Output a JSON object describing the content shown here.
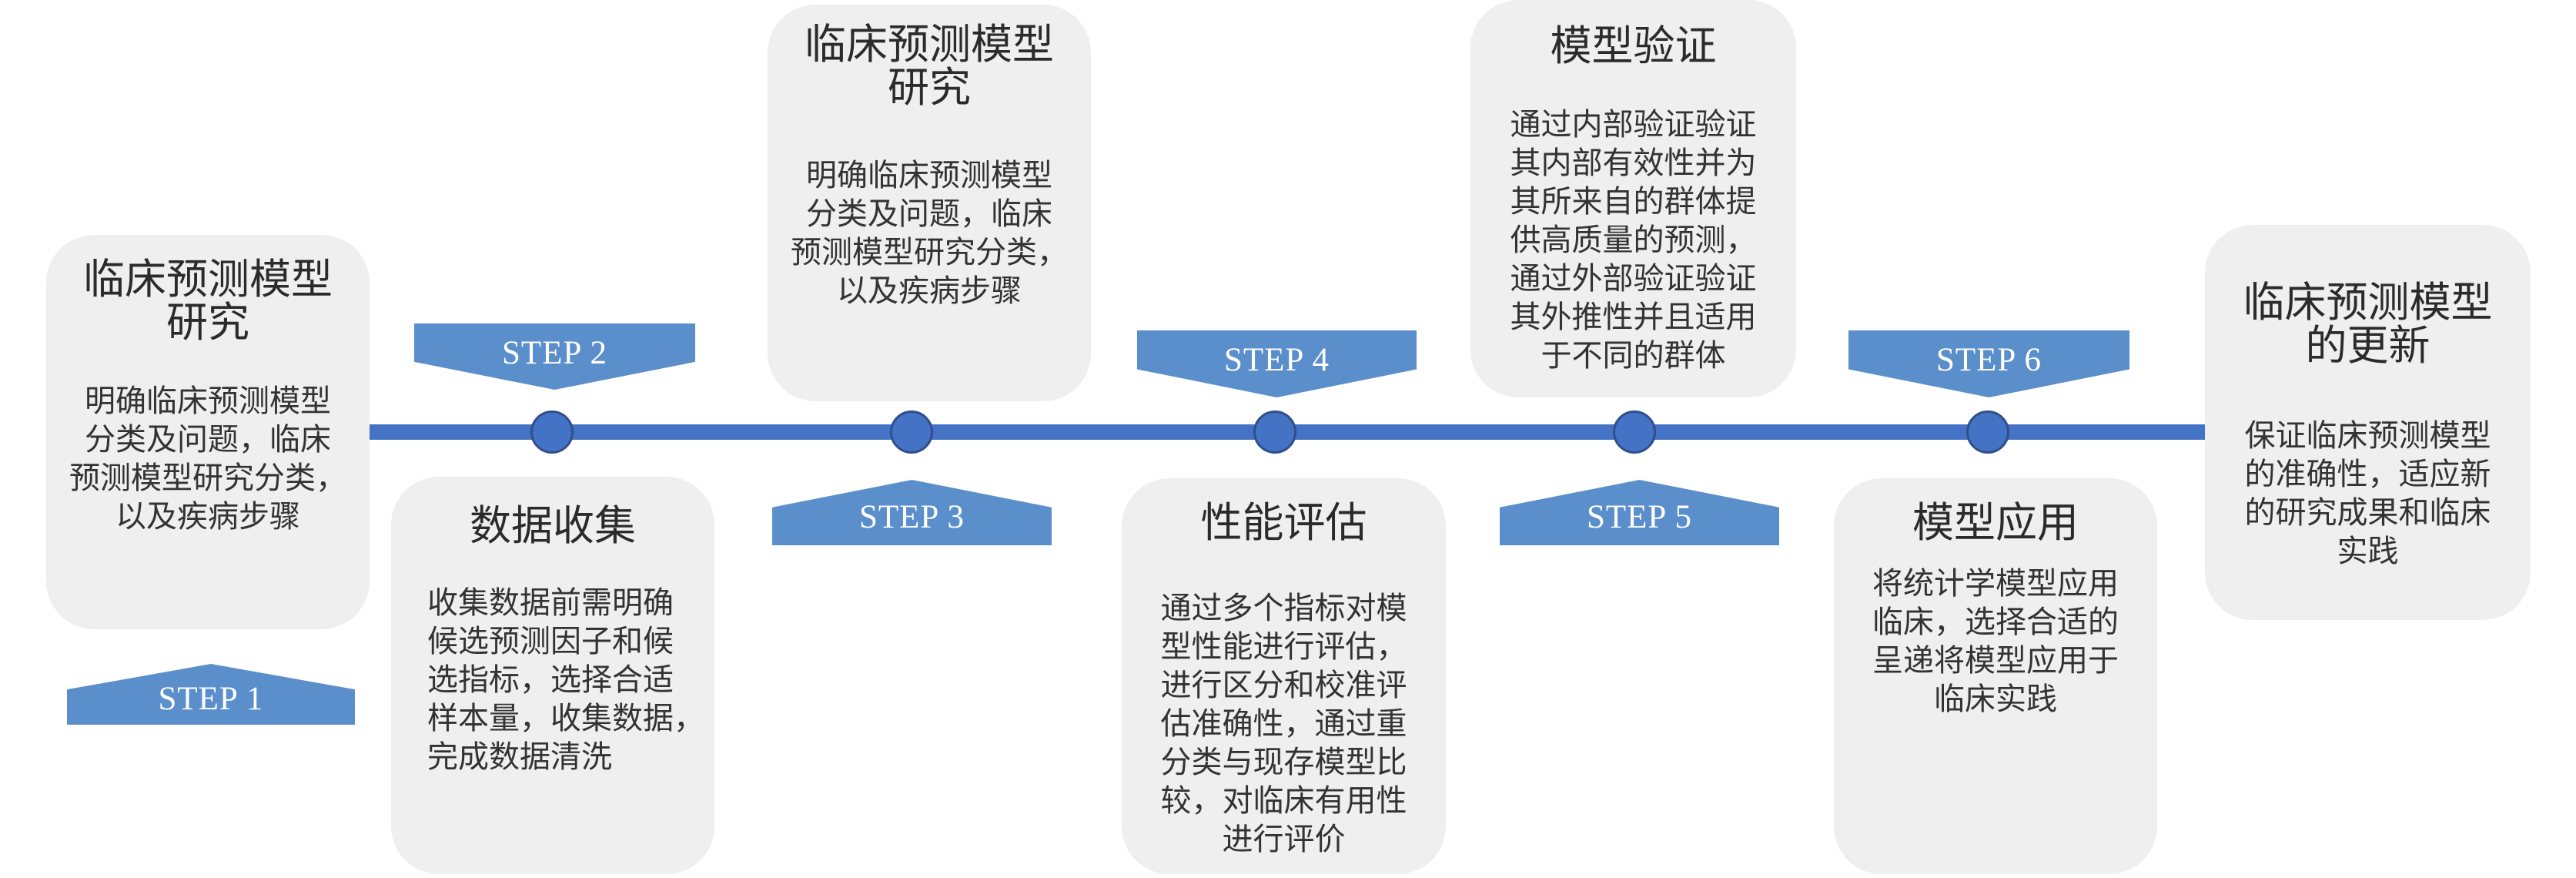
{
  "colors": {
    "timeline": "#4472c4",
    "node_border": "#2f4f8c",
    "step_arrow": "#5b8fcb",
    "card_background": "#efefef",
    "text": "#333333"
  },
  "cards": [
    {
      "title": "临床预测模型\n研究",
      "body": "明确临床预测模型\n分类及问题，临床\n预测模型研究分类，\n以及疾病步骤"
    },
    {
      "title": "数据收集",
      "body": "收集数据前需明确\n候选预测因子和候\n选指标，选择合适\n样本量，收集数据，\n完成数据清洗"
    },
    {
      "title": "临床预测模型\n研究",
      "body": "明确临床预测模型\n分类及问题，临床\n预测模型研究分类，\n以及疾病步骤"
    },
    {
      "title": "性能评估",
      "body": "通过多个指标对模\n型性能进行评估，\n进行区分和校准评\n估准确性，通过重\n分类与现存模型比\n较，对临床有用性\n进行评价"
    },
    {
      "title": "模型验证",
      "body": "通过内部验证验证\n其内部有效性并为\n其所来自的群体提\n供高质量的预测，\n通过外部验证验证\n其外推性并且适用\n于不同的群体"
    },
    {
      "title": "模型应用",
      "body": "将统计学模型应用\n临床，选择合适的\n呈递将模型应用于\n临床实践"
    },
    {
      "title": "临床预测模型\n的更新",
      "body": "保证临床预测模型\n的准确性，适应新\n的研究成果和临床\n实践"
    }
  ],
  "steps": [
    "STEP 1",
    "STEP 2",
    "STEP 3",
    "STEP 4",
    "STEP 5",
    "STEP 6"
  ]
}
